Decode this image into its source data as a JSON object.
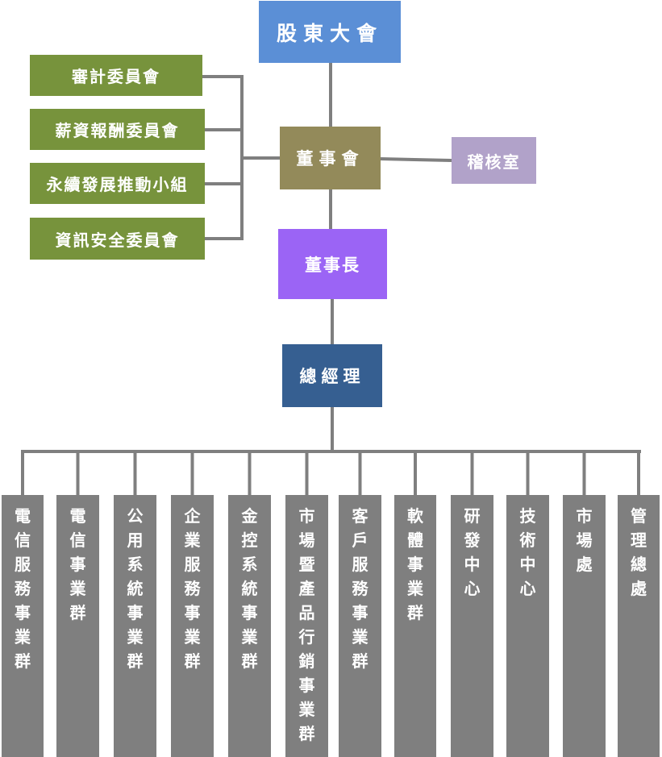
{
  "shareholders": "股東大會",
  "board": "董事會",
  "audit": "稽核室",
  "committees": [
    "審計委員會",
    "薪資報酬委員會",
    "永續發展推動小組",
    "資訊安全委員會"
  ],
  "chairman": "董事長",
  "general_manager": "總經理",
  "divisions": [
    "電信服務事業群",
    "電信事業群",
    "公用系統事業群",
    "企業服務事業群",
    "金控系統事業群",
    "市場暨產品行銷事業群",
    "客戶服務事業群",
    "軟體事業群",
    "研發中心",
    "技術中心",
    "市場處",
    "管理總處"
  ],
  "colors": {
    "connector": "#7f7f7f",
    "shareholders": "#5b8fd6",
    "board": "#938a5a",
    "audit": "#b1a2c9",
    "chairman": "#9b64f5",
    "general_manager": "#365f91",
    "committee": "#77933c",
    "division": "#7f7f7f"
  }
}
